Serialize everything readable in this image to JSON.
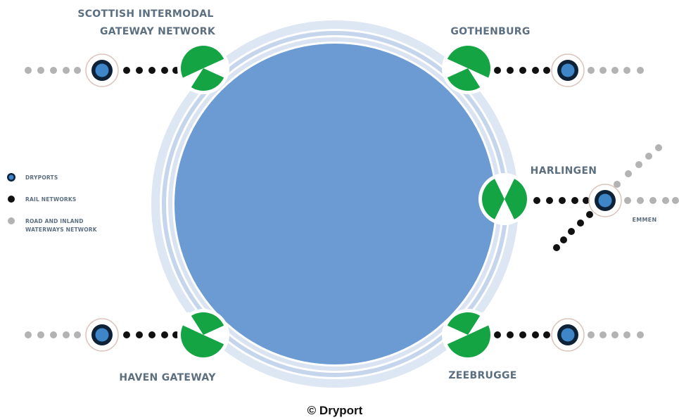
{
  "colors": {
    "central_circle": "#6b9bd2",
    "ring": "#cfdcee",
    "port": "#14a443",
    "dryport_fill": "#3f86c8",
    "dryport_ring": "#0d2238",
    "rail": "#111111",
    "road": "#b3b3b3",
    "label": "#5c6f80"
  },
  "ports": {
    "scottish": "SCOTTISH INTERMODAL",
    "scottish_line2": "GATEWAY NETWORK",
    "gothenburg": "GOTHENBURG",
    "harlingen": "HARLINGEN",
    "haven": "HAVEN GATEWAY",
    "zeebrugge": "ZEEBRUGGE"
  },
  "dryport_labels": {
    "emmen": "EMMEN"
  },
  "legend": {
    "dryports": "DRYPORTS",
    "rail": "RAIL NETWORKS",
    "road_line1": "ROAD AND INLAND",
    "road_line2": "WATERWAYS NETWORK"
  },
  "copyright": "© Dryport"
}
